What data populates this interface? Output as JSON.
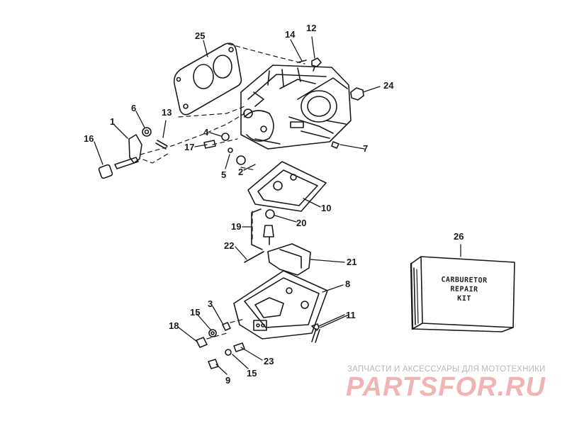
{
  "callouts": {
    "c1": "1",
    "c2": "2",
    "c3": "3",
    "c4": "4",
    "c5": "5",
    "c6": "6",
    "c7": "7",
    "c8": "8",
    "c9": "9",
    "c10": "10",
    "c11": "11",
    "c12": "12",
    "c13": "13",
    "c14": "14",
    "c15a": "15",
    "c15b": "15",
    "c16": "16",
    "c17": "17",
    "c18": "18",
    "c19": "19",
    "c20": "20",
    "c21": "21",
    "c22": "22",
    "c23": "23",
    "c24": "24",
    "c25": "25",
    "c26": "26"
  },
  "kit": {
    "line1": "CARBURETOR",
    "line2": "REPAIR",
    "line3": "KIT"
  },
  "watermark": {
    "subtitle": "ЗАПЧАСТИ И АКСЕССУАРЫ ДЛЯ МОТОТЕХНИКИ",
    "logo": "PARTSFOR.RU"
  },
  "colors": {
    "ink": "#1a1a1a",
    "watermark_text": "#b8b8b8",
    "watermark_logo": "#f0b4b4"
  }
}
